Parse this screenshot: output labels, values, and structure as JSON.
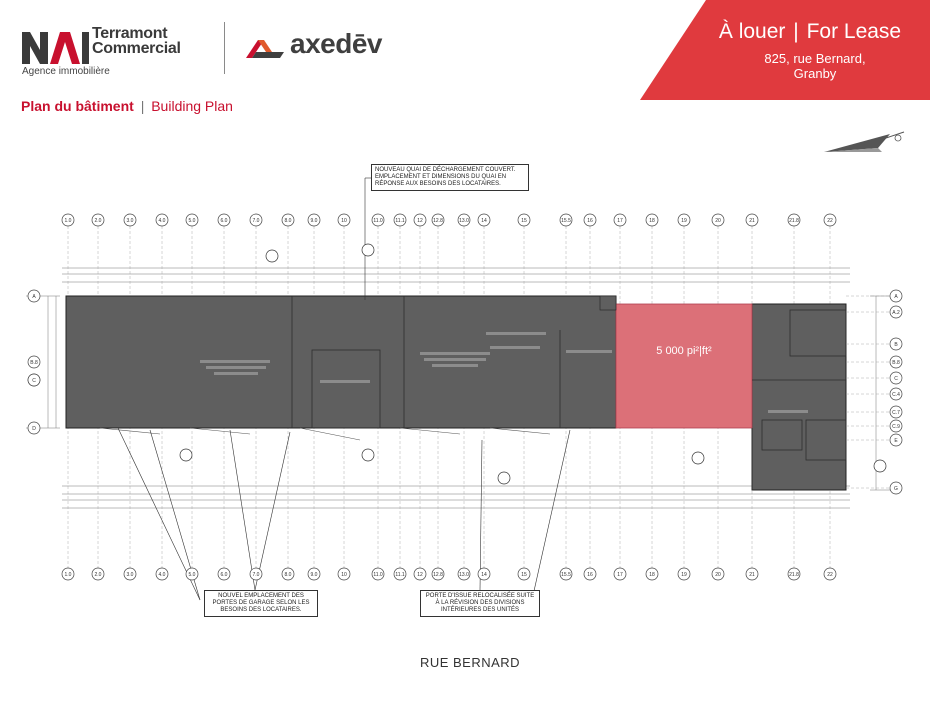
{
  "header": {
    "nai_logo_text": "NAI",
    "terramont_line1": "Terramont",
    "terramont_line2": "Commercial",
    "agence": "Agence immobilière",
    "axedev_word": "axedēv"
  },
  "banner": {
    "title_fr": "À louer",
    "title_sep": "|",
    "title_en": "For Lease",
    "address_line1": "825, rue Bernard,",
    "address_line2": "Granby",
    "color": "#e03a3e"
  },
  "plan": {
    "title_fr": "Plan du bâtiment",
    "title_sep": "|",
    "title_en": "Building Plan",
    "available_area": "5 000 pi²|ft²",
    "highlight_color": "#dc7078",
    "building_color": "#5f5f5f",
    "notes": {
      "quai": "NOUVEAU QUAI DE DÉCHARGEMENT COUVERT. EMPLACEMENT ET DIMENSIONS DU QUAI EN RÉPONSE AUX BESOINS DES LOCATAIRES.",
      "garage": "NOUVEL EMPLACEMENT DES PORTES DE GARAGE SELON LES BESOINS DES LOCATAIRES.",
      "porte": "PORTE D'ISSUE RELOCALISÉE SUITE À LA RÉVISION DES DIVISIONS INTÉRIEURES DES UNITÉS"
    },
    "grid_labels": [
      "1.0",
      "2.0",
      "3.0",
      "4.0",
      "5.0",
      "6.0",
      "7.0",
      "8.0",
      "9.0",
      "10",
      "11.0",
      "11.1",
      "12",
      "12.8",
      "13.0",
      "14",
      "15",
      "15.5",
      "16",
      "17",
      "18",
      "19",
      "20",
      "21",
      "21.8",
      "22"
    ],
    "row_labels_left": [
      "A",
      "B.8",
      "C",
      "D"
    ],
    "row_labels_right": [
      "A",
      "A.2",
      "B",
      "B.8",
      "C",
      "C.4",
      "C.7",
      "C.9",
      "E",
      "G"
    ],
    "street": "RUE BERNARD"
  }
}
